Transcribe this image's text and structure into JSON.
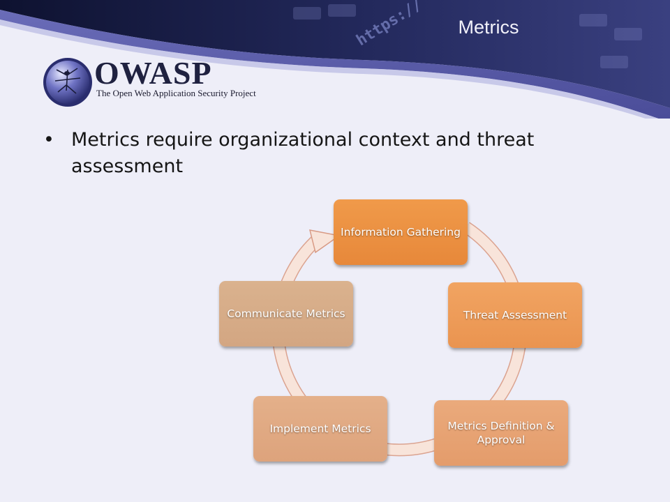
{
  "slide": {
    "title": "Metrics",
    "bullet": "Metrics require organizational context and threat assessment"
  },
  "logo": {
    "name": "OWASP",
    "subtitle": "The Open Web Application Security Project"
  },
  "header_graphic_text": "https://",
  "cycle": {
    "steps": [
      {
        "label": "Information Gathering"
      },
      {
        "label": "Threat Assessment"
      },
      {
        "label": "Metrics Definition & Approval"
      },
      {
        "label": "Implement Metrics"
      },
      {
        "label": "Communicate Metrics"
      }
    ]
  },
  "colors": {
    "background": "#eeeef8",
    "header_dark": "#13163a",
    "header_purple": "#5a5ca8",
    "step_1": "#ee9240",
    "step_2": "#f0a05a",
    "step_3": "#e8a877",
    "step_4": "#e3b088",
    "step_5": "#d9b08c",
    "cycle_arrow_fill": "#f6ddd0",
    "cycle_arrow_stroke": "#d89a84"
  }
}
